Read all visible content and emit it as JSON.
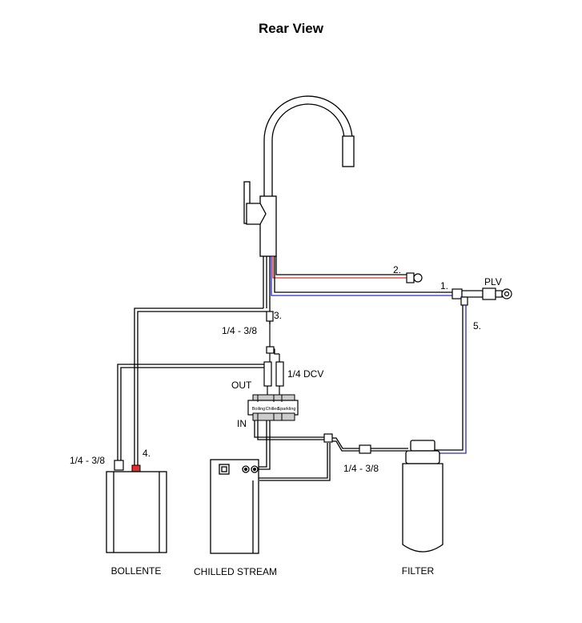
{
  "title": "Rear View",
  "labels": {
    "step1": "1.",
    "step2": "2.",
    "step3": "3.",
    "step4": "4.",
    "step5": "5.",
    "plv": "PLV",
    "size_top": "1/4 - 3/8",
    "size_left": "1/4 - 3/8",
    "size_filter": "1/4 - 3/8",
    "dcv": "1/4 DCV",
    "out": "OUT",
    "in": "IN",
    "manifold_boiling": "Boiling",
    "manifold_chilled": "Chilled",
    "manifold_sparkling": "Sparkling",
    "bollente": "BOLLENTE",
    "chilled_stream": "CHILLED STREAM",
    "filter": "FILTER"
  },
  "colors": {
    "line": "#000000",
    "hot": "#e03030",
    "cold": "#2a2ad0",
    "fill_light": "#ffffff",
    "fill_grey": "#cccccc"
  }
}
